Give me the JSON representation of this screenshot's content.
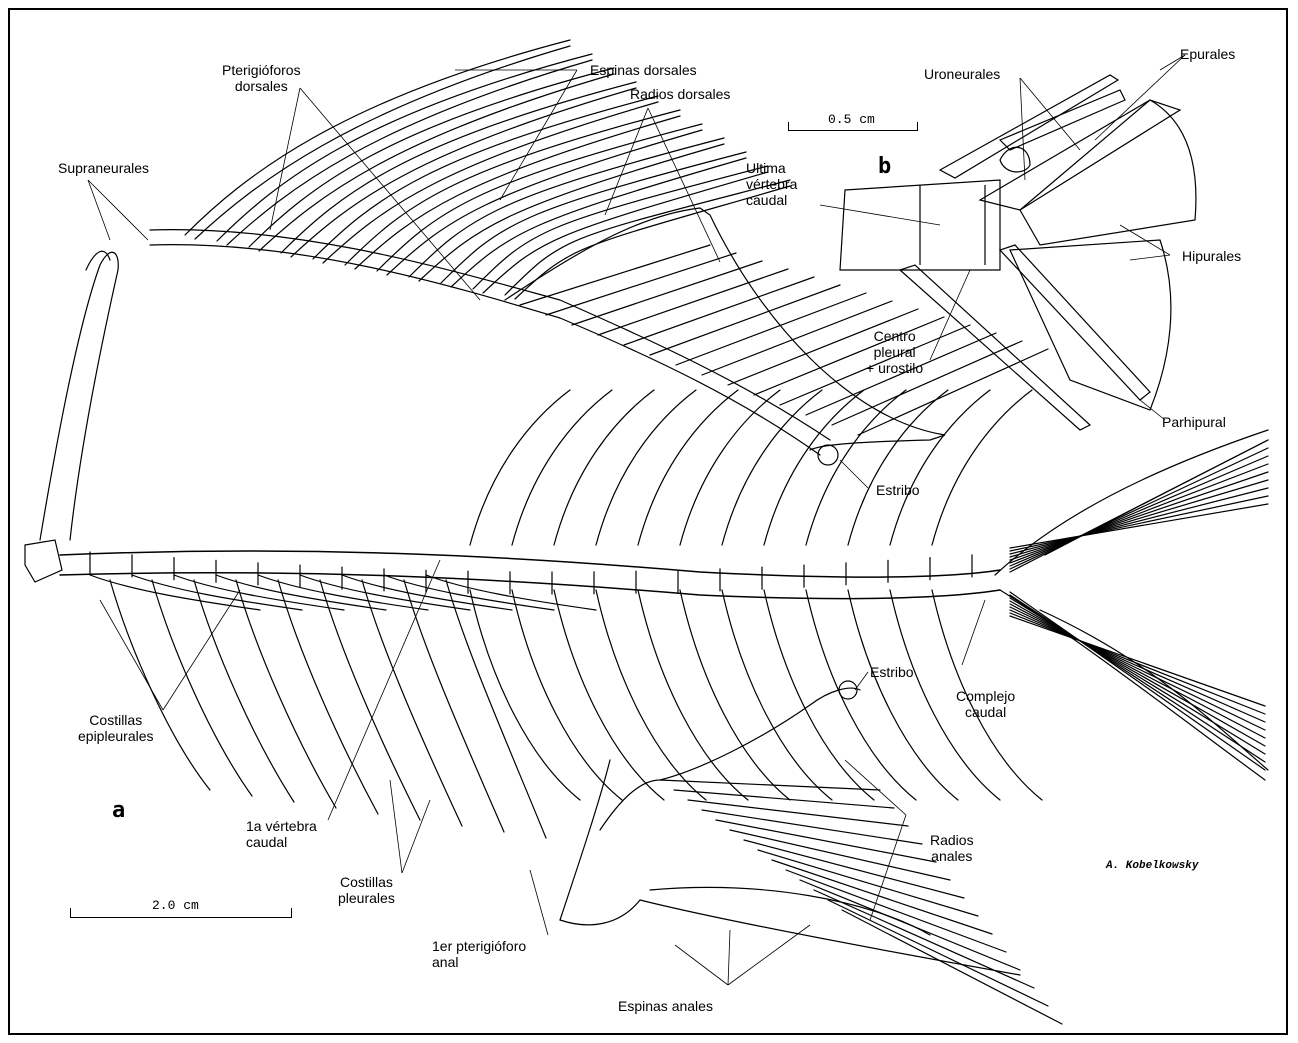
{
  "labels": {
    "espinas_dorsales": "Espinas dorsales",
    "radios_dorsales": "Radios dorsales",
    "pterigioforos_dorsales": "Pterigióforos\ndorsales",
    "supraneurales": "Supraneurales",
    "estribo_top": "Estribo",
    "estribo_bottom": "Estribo",
    "complejo_caudal": "Complejo\ncaudal",
    "radios_anales": "Radios\nanales",
    "espinas_anales": "Espinas anales",
    "primer_pterigioforo_anal": "1er pterigióforo\nanal",
    "costillas_pleurales": "Costillas\npleurales",
    "primera_vertebra_caudal": "1a vértebra\ncaudal",
    "costillas_epipleurales": "Costillas\nepipleurales",
    "ultima_vertebra_caudal": "Ultima\nvértebra\ncaudal",
    "uroneurales": "Uroneurales",
    "epurales": "Epurales",
    "hipurales": "Hipurales",
    "centro_pleural": "Centro\npleural\n+ urostilo",
    "parhipural": "Parhipural"
  },
  "panels": {
    "a": "a",
    "b": "b"
  },
  "scales": {
    "small": "0.5 cm",
    "large": "2.0 cm"
  },
  "credit": "A. Kobelkowsky",
  "colors": {
    "ink": "#000000",
    "background": "#ffffff"
  }
}
